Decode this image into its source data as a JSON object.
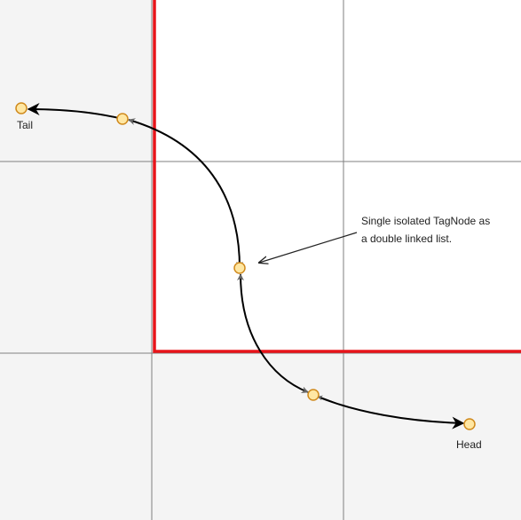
{
  "labels": {
    "tail": "Tail",
    "head": "Head",
    "annotation_line1": "Single isolated TagNode as",
    "annotation_line2": "a double linked list."
  },
  "colors": {
    "outside_cell": "#f4f4f4",
    "inside_cell": "#ffffff",
    "grid_line": "#7f7f7f",
    "boundary": "#e8141a",
    "node_fill": "#ffe7a3",
    "node_stroke": "#d08a1c",
    "arrow": "#000000",
    "text": "#222222"
  },
  "nodes": [
    {
      "id": "tail"
    },
    {
      "id": "tail-neighbor"
    },
    {
      "id": "center"
    },
    {
      "id": "head-neighbor"
    },
    {
      "id": "head"
    }
  ]
}
